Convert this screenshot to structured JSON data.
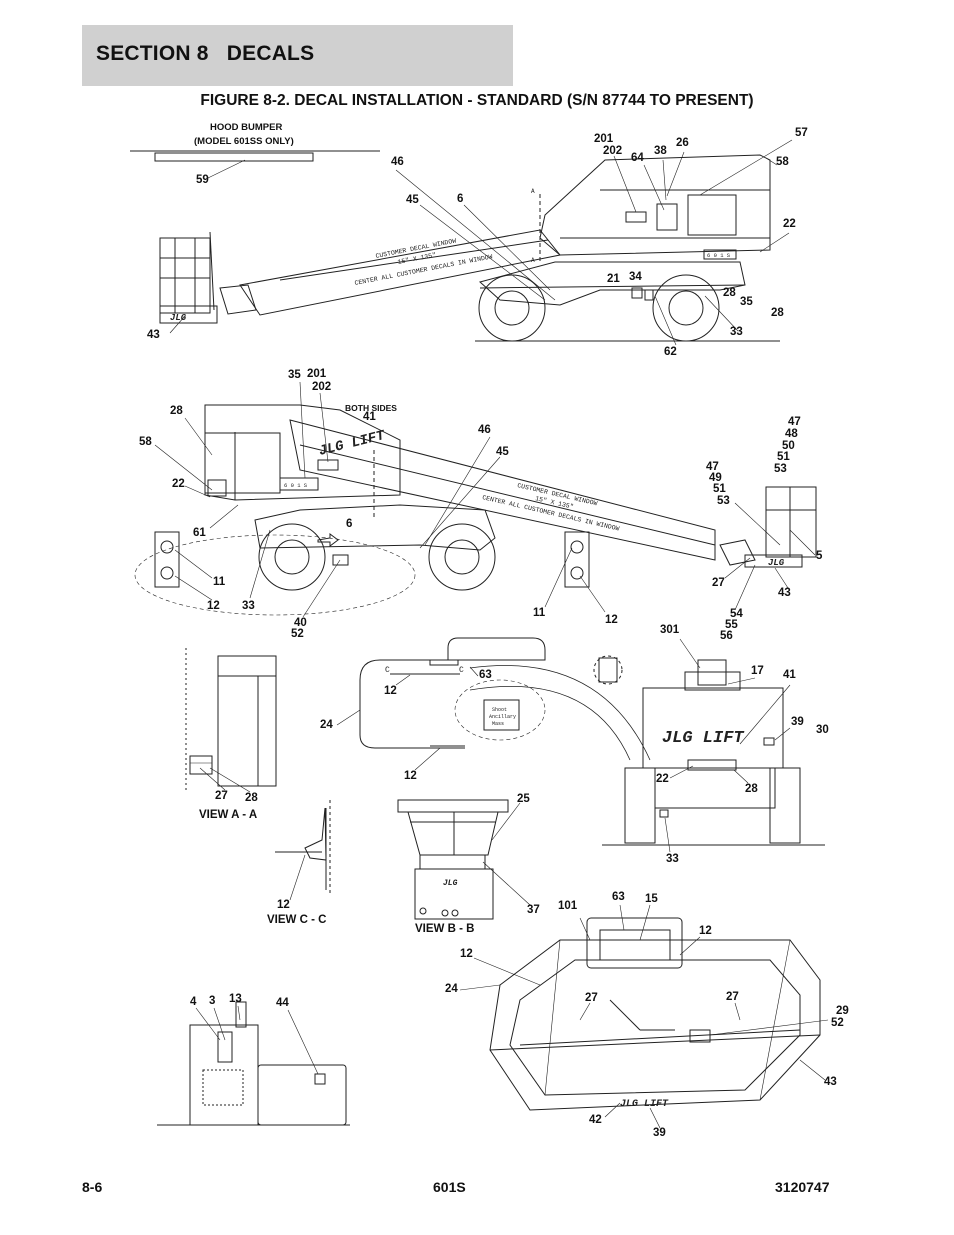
{
  "header": {
    "section_title": "SECTION 8   DECALS",
    "figure_title": "FIGURE 8-2. DECAL INSTALLATION - STANDARD (S/N 87744 TO PRESENT)"
  },
  "annotations": {
    "hood_bumper_line1": "HOOD BUMPER",
    "hood_bumper_line2": "(MODEL 601SS ONLY)",
    "both_sides": "BOTH SIDES",
    "view_a": "VIEW A - A",
    "view_b": "VIEW B - B",
    "view_c": "VIEW C - C",
    "window_line1": "CUSTOMER DECAL WINDOW",
    "window_line2": "15\" X 135\"",
    "window_line3": "CENTER ALL CUSTOMER DECALS IN WINDOW",
    "brand": "JLG LIFT",
    "brand_short": "JLG",
    "section_marker_a": "A",
    "section_marker_c": "C",
    "model_plate": "6 0 1 S",
    "shoot_line1": "Shoot",
    "shoot_line2": "Ancillary",
    "shoot_line3": "Mass"
  },
  "callouts": {
    "c59": "59",
    "c46a": "46",
    "c45a": "45",
    "c6a": "6",
    "c201a": "201",
    "c202a": "202",
    "c64": "64",
    "c38": "38",
    "c26": "26",
    "c57": "57",
    "c58a": "58",
    "c22a": "22",
    "c21": "21",
    "c34": "34",
    "c28a": "28",
    "c35a": "35",
    "c28b": "28",
    "c33a": "33",
    "c62": "62",
    "c43a": "43",
    "c35b": "35",
    "c201b": "201",
    "c202b": "202",
    "c41a": "41",
    "c28c": "28",
    "c58b": "58",
    "c22b": "22",
    "c61": "61",
    "c11a": "11",
    "c12a": "12",
    "c33b": "33",
    "c6b": "6",
    "c40": "40",
    "c52a": "52",
    "c46b": "46",
    "c45b": "45",
    "c47a": "47",
    "c48": "48",
    "c50": "50",
    "c51a": "51",
    "c53a": "53",
    "c47b": "47",
    "c49": "49",
    "c51b": "51",
    "c53b": "53",
    "c5": "5",
    "c27a": "27",
    "c43b": "43",
    "c11b": "11",
    "c12b": "12",
    "c54": "54",
    "c55": "55",
    "c56": "56",
    "c27b": "27",
    "c28d": "28",
    "c12c": "12",
    "c63a": "63",
    "c24a": "24",
    "c12d": "12",
    "c301": "301",
    "c17": "17",
    "c41b": "41",
    "c39a": "39",
    "c30": "30",
    "c22c": "22",
    "c28e": "28",
    "c33c": "33",
    "c25": "25",
    "c37": "37",
    "c12e": "12",
    "c101": "101",
    "c63b": "63",
    "c15": "15",
    "c12f": "12",
    "c12g": "12",
    "c24b": "24",
    "c27c": "27",
    "c27d": "27",
    "c29": "29",
    "c52b": "52",
    "c43c": "43",
    "c42": "42",
    "c39b": "39",
    "c4": "4",
    "c3": "3",
    "c13": "13",
    "c44": "44"
  },
  "footer": {
    "page": "8-6",
    "model": "601S",
    "doc_number": "3120747"
  }
}
